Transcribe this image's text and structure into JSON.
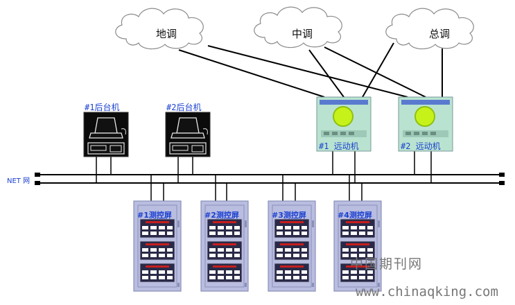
{
  "clouds": [
    {
      "label": "地调"
    },
    {
      "label": "中调"
    },
    {
      "label": "总调"
    }
  ],
  "backends": [
    {
      "label": "#1后台机"
    },
    {
      "label": "#2后台机"
    }
  ],
  "rtus": [
    {
      "label": "#1 远动机"
    },
    {
      "label": "#2 远动机"
    }
  ],
  "network": {
    "label": "NET 网"
  },
  "panels": [
    {
      "label": "#1测控屏"
    },
    {
      "label": "#2测控屏"
    },
    {
      "label": "#3测控屏"
    },
    {
      "label": "#4测控屏"
    }
  ],
  "watermark": {
    "site_cn": "中国期刊网",
    "url": "www.chinaqking.com"
  },
  "colors": {
    "link": "#1a3fd0",
    "line": "#000000",
    "panel_bg": "#b9bde0",
    "rtu_bg": "#b9e3d0",
    "indicator": "#c81e1e"
  }
}
